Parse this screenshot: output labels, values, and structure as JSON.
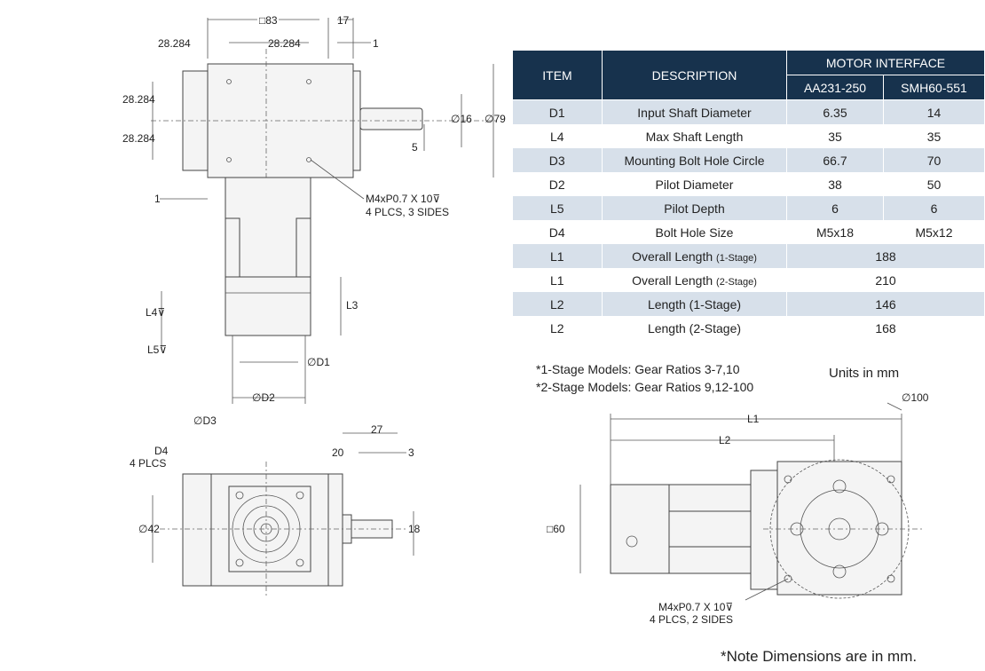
{
  "table": {
    "headers": {
      "item": "ITEM",
      "description": "DESCRIPTION",
      "motor_interface": "MOTOR INTERFACE",
      "col1": "AA231-250",
      "col2": "SMH60-551"
    },
    "rows": [
      {
        "item": "D1",
        "desc": "Input Shaft Diameter",
        "note": "",
        "a": "6.35",
        "b": "14"
      },
      {
        "item": "L4",
        "desc": "Max Shaft Length",
        "note": "",
        "a": "35",
        "b": "35"
      },
      {
        "item": "D3",
        "desc": "Mounting Bolt Hole Circle",
        "note": "",
        "a": "66.7",
        "b": "70"
      },
      {
        "item": "D2",
        "desc": "Pilot Diameter",
        "note": "",
        "a": "38",
        "b": "50"
      },
      {
        "item": "L5",
        "desc": "Pilot Depth",
        "note": "",
        "a": "6",
        "b": "6"
      },
      {
        "item": "D4",
        "desc": "Bolt Hole Size",
        "note": "",
        "a": "M5x18",
        "b": "M5x12"
      },
      {
        "item": "L1",
        "desc": "Overall Length ",
        "note": "(1-Stage)",
        "merged": "188"
      },
      {
        "item": "L1",
        "desc": "Overall Length ",
        "note": "(2-Stage)",
        "merged": "210"
      },
      {
        "item": "L2",
        "desc": "Length (1-Stage)",
        "note": "",
        "merged": "146"
      },
      {
        "item": "L2",
        "desc": "Length (2-Stage)",
        "note": "",
        "merged": "168"
      }
    ]
  },
  "notes": {
    "stage1": "*1-Stage Models: Gear Ratios 3-7,10",
    "stage2": "*2-Stage Models: Gear Ratios 9,12-100",
    "units": "Units in mm",
    "footer": "*Note Dimensions are in mm."
  },
  "dimensions": {
    "square83": "□83",
    "d17": "17",
    "d28a": "28.284",
    "d28b": "28.284",
    "one_top": "1",
    "d28c": "28.284",
    "d28d": "28.284",
    "phi16": "∅16",
    "phi79": "∅79",
    "five": "5",
    "one_left": "1",
    "tap_top_1": "M4xP0.7 X 10⊽",
    "tap_top_2": "4 PLCS, 3 SIDES",
    "l4": "L4⊽",
    "l3": "L3",
    "l5": "L5⊽",
    "phi_d1": "∅D1",
    "phi_d2": "∅D2",
    "phi_d3": "∅D3",
    "d4": "D4",
    "d4_plcs": "4 PLCS",
    "d27": "27",
    "d20": "20",
    "d3": "3",
    "phi42": "∅42",
    "d18": "18",
    "l1": "L1",
    "l2": "L2",
    "phi100": "∅100",
    "sq60": "□60",
    "tap_bot_1": "M4xP0.7 X 10⊽",
    "tap_bot_2": "4 PLCS, 2 SIDES"
  }
}
